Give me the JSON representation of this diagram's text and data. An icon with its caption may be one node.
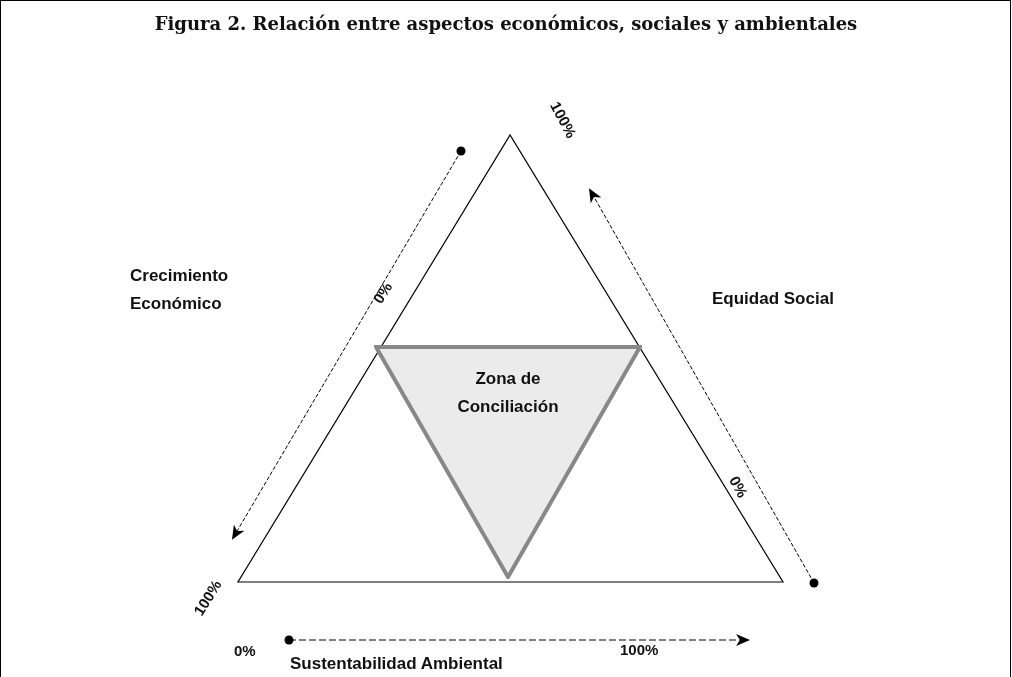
{
  "diagram": {
    "title": "Figura 2. Relación entre aspectos económicos, sociales y ambientales",
    "nodes": [
      {
        "text": [
          "Zona de Conciliación"
        ]
      }
    ],
    "labels": [
      "100%",
      "Crecimiento Económico",
      "0%",
      "Equidad Social",
      "0%",
      "100%",
      "0%",
      "100%",
      "Sustentabilidad Ambiental"
    ]
  }
}
